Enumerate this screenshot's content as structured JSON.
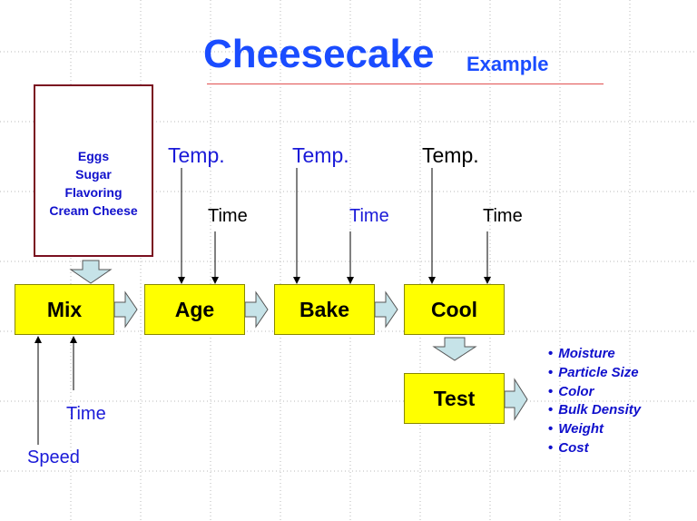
{
  "title": {
    "main": "Cheesecake",
    "sub": "Example"
  },
  "ingredients": [
    "Eggs",
    "Sugar",
    "Flavoring",
    "Cream Cheese"
  ],
  "steps": {
    "mix": "Mix",
    "age": "Age",
    "bake": "Bake",
    "cool": "Cool",
    "test": "Test"
  },
  "inputs": {
    "age_temp": "Temp.",
    "age_time": "Time",
    "bake_temp": "Temp.",
    "bake_time": "Time",
    "cool_temp": "Temp.",
    "cool_time": "Time",
    "mix_time": "Time",
    "mix_speed": "Speed"
  },
  "results": [
    "Moisture",
    "Particle Size",
    "Color",
    "Bulk Density",
    "Weight",
    "Cost"
  ],
  "colors": {
    "title": "#1a4cff",
    "step_fill": "#ffff00",
    "arrow_fill": "#c6e3e8",
    "ingredient_border": "#7a1020",
    "label_blue": "#1a1ad8"
  }
}
